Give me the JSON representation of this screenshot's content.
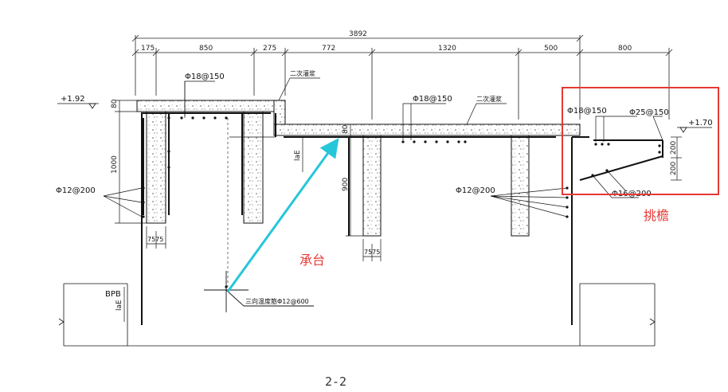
{
  "overall_dimension": "3892",
  "segment_dims": [
    "175",
    "850",
    "275",
    "772",
    "1320",
    "500",
    "800"
  ],
  "elevations": {
    "left": "+1.92",
    "right": "+1.70"
  },
  "rebar_labels": {
    "top_left": "Φ18@150",
    "top_mid": "Φ18@150",
    "top_right_a": "Φ18@150",
    "top_right_b": "Φ25@150",
    "stirrup_left": "Φ12@200",
    "stirrup_right": "Φ12@200",
    "cantilever_bottom": "Φ16@200",
    "temp_bar": "三向温度筋Φ12@600"
  },
  "grout_labels": {
    "left": "二次灌浆",
    "right": "二次灌浆"
  },
  "vertical_dims": {
    "slab": "80",
    "wall": "1000",
    "pile": "900",
    "cant_a": "200",
    "cant_b": "200",
    "lae_a": "laE",
    "lae_b": "laE",
    "mid": "80"
  },
  "bottom_dims": {
    "left": "7575",
    "mid": "7575"
  },
  "bpb_label": "BPB",
  "annotations": {
    "cap": "承台",
    "cantilever": "挑檐"
  },
  "section_title": "2-2",
  "colors": {
    "highlight": "#e53935",
    "arrow": "#26c6da",
    "line": "#111111"
  }
}
